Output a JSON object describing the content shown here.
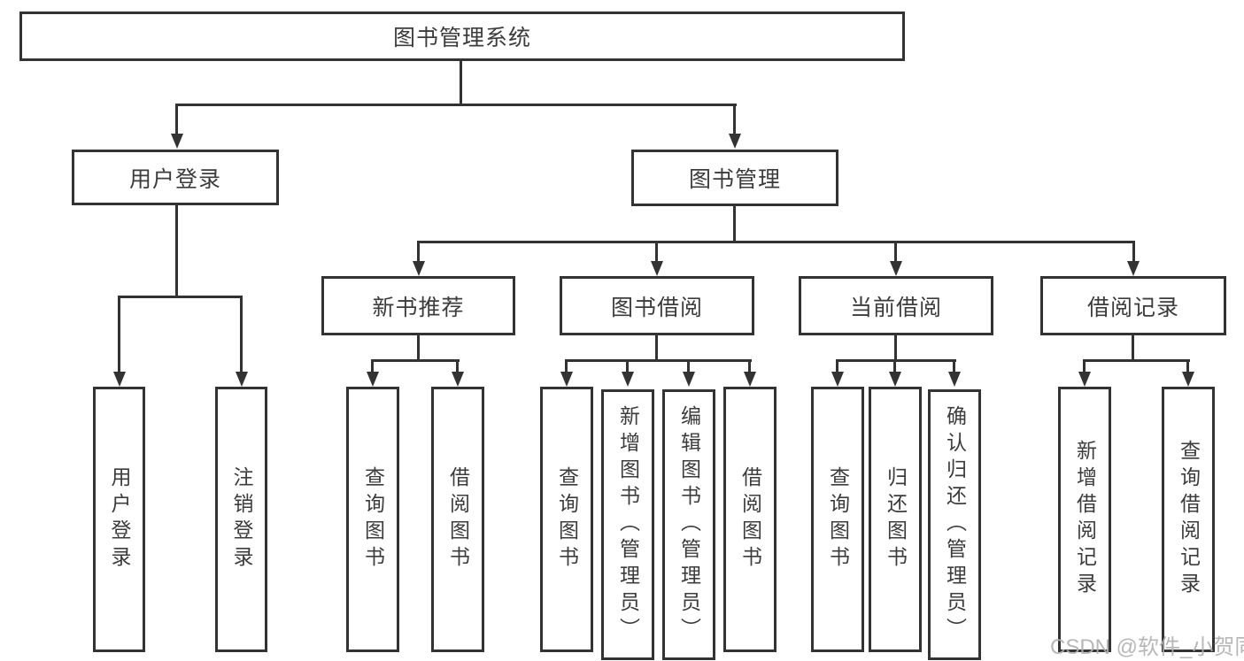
{
  "colors": {
    "line": "#333333",
    "text": "#3c3c3c",
    "background": "#ffffff",
    "watermark": "#b0b0b0"
  },
  "watermark": {
    "text": "CSDN @软件_小贺同学"
  },
  "tree": {
    "label": "图书管理系统",
    "children": [
      {
        "label": "用户登录",
        "children": [
          {
            "label": "用户登录"
          },
          {
            "label": "注销登录"
          }
        ]
      },
      {
        "label": "图书管理",
        "children": [
          {
            "label": "新书推荐",
            "children": [
              {
                "label": "查询图书"
              },
              {
                "label": "借阅图书"
              }
            ]
          },
          {
            "label": "图书借阅",
            "children": [
              {
                "label": "查询图书"
              },
              {
                "label": "新增图书（管理员）"
              },
              {
                "label": "编辑图书（管理员）"
              },
              {
                "label": "借阅图书"
              }
            ]
          },
          {
            "label": "当前借阅",
            "children": [
              {
                "label": "查询图书"
              },
              {
                "label": "归还图书"
              },
              {
                "label": "确认归还（管理员）"
              }
            ]
          },
          {
            "label": "借阅记录",
            "children": [
              {
                "label": "新增借阅记录"
              },
              {
                "label": "查询借阅记录"
              }
            ]
          }
        ]
      }
    ]
  }
}
